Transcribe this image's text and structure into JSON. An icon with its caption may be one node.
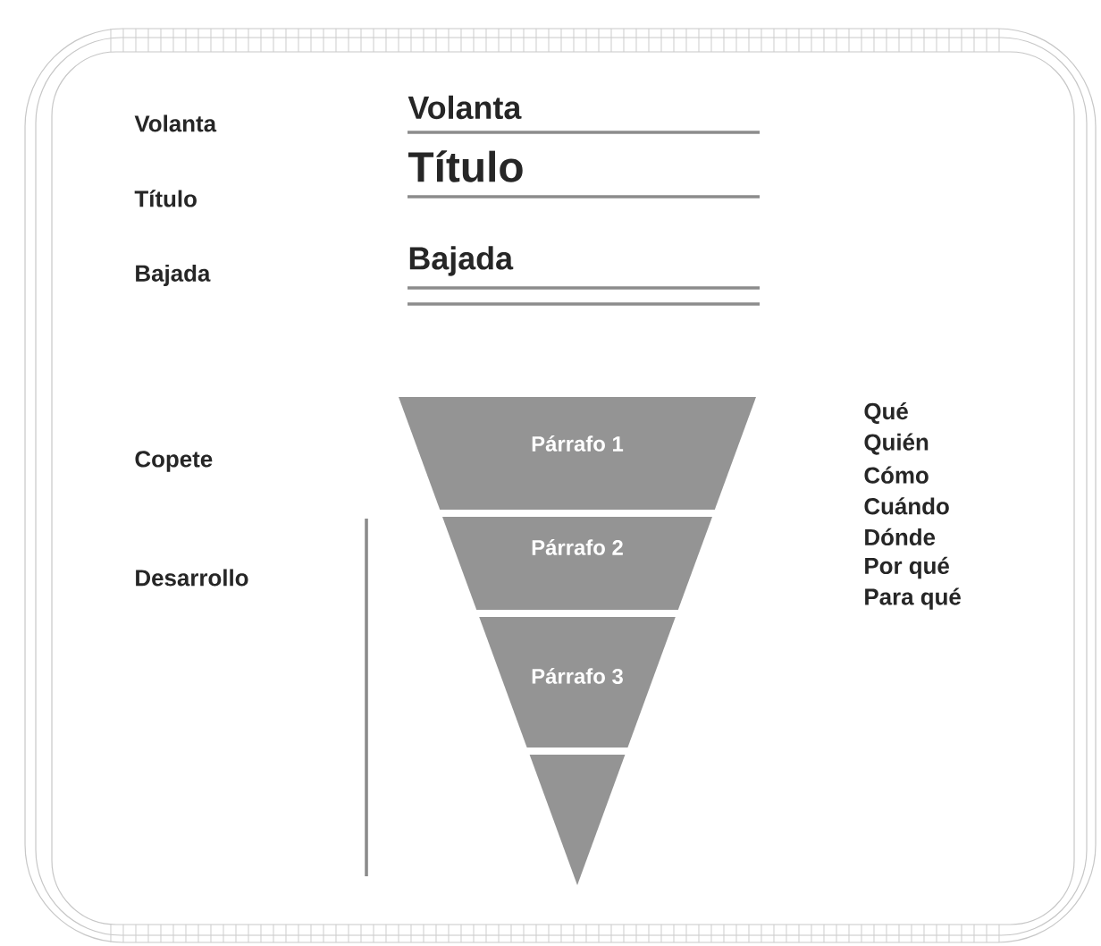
{
  "diagram": {
    "nodes": [
      {
        "text": [
          "Párrafo 1"
        ]
      },
      {
        "text": [
          "Párrafo 2"
        ]
      },
      {
        "text": [
          "Párrafo 3"
        ]
      },
      {
        "text": [],
        "shape": "triangle"
      }
    ],
    "labels": [
      "Volanta",
      "Volanta",
      "Título",
      "Título",
      "Bajada",
      "Bajada",
      "Copete",
      "Desarrollo",
      "Qué",
      "Quién",
      "Cómo",
      "Cuándo",
      "Dónde",
      "Por qué",
      "Para qué"
    ]
  }
}
